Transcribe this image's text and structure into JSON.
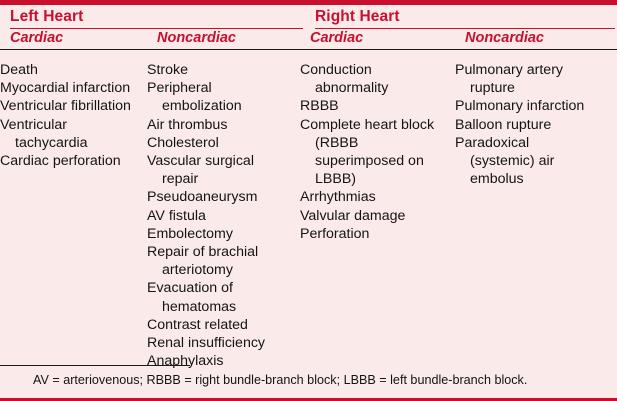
{
  "figure": {
    "accent_color": "#c8102e",
    "background_color": "#fbeaea",
    "text_color": "#141414"
  },
  "groups": [
    {
      "label": "Left Heart"
    },
    {
      "label": "Right Heart"
    }
  ],
  "columns": [
    {
      "subheader": "Cardiac",
      "items": [
        "Death",
        "Myocardial infarction",
        "Ventricular fibrillation",
        "Ventricular tachycardia",
        "Cardiac perforation"
      ]
    },
    {
      "subheader": "Noncardiac",
      "items": [
        "Stroke",
        "Peripheral embolization",
        "Air thrombus",
        "Cholesterol",
        "Vascular surgical repair",
        "Pseudoaneurysm",
        "AV fistula",
        "Embolectomy",
        "Repair of brachial arteriotomy",
        "Evacuation of hematomas",
        "Contrast related",
        "Renal insufficiency",
        "Anaphylaxis"
      ]
    },
    {
      "subheader": "Cardiac",
      "items": [
        "Conduction abnormality",
        "RBBB",
        "Complete heart block (RBBB superimposed on LBBB)",
        "Arrhythmias",
        "Valvular damage",
        "Perforation"
      ]
    },
    {
      "subheader": "Noncardiac",
      "items": [
        "Pulmonary artery rupture",
        "Pulmonary infarction",
        "Balloon rupture",
        "Paradoxical (systemic) air embolus"
      ]
    }
  ],
  "footnote": "AV = arteriovenous; RBBB = right bundle-branch block; LBBB = left bundle-branch block."
}
